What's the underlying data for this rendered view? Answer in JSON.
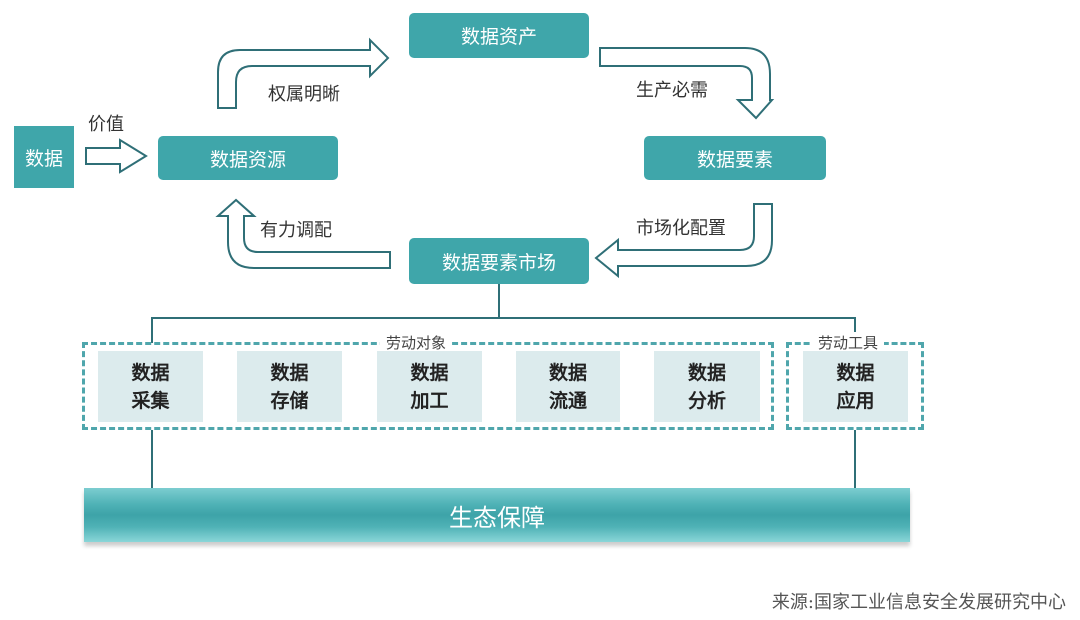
{
  "diagram": {
    "start_node": "数据",
    "value_label": "价值",
    "nodes": {
      "resource": "数据资源",
      "asset": "数据资产",
      "element": "数据要素",
      "market": "数据要素市场"
    },
    "edge_labels": {
      "ownership": "权属明晰",
      "production": "生产必需",
      "marketization": "市场化配置",
      "allocation": "有力调配"
    },
    "labor_objects": {
      "title": "劳动对象",
      "items": [
        {
          "line1": "数据",
          "line2": "采集"
        },
        {
          "line1": "数据",
          "line2": "存储"
        },
        {
          "line1": "数据",
          "line2": "加工"
        },
        {
          "line1": "数据",
          "line2": "流通"
        },
        {
          "line1": "数据",
          "line2": "分析"
        }
      ]
    },
    "labor_tools": {
      "title": "劳动工具",
      "items": [
        {
          "line1": "数据",
          "line2": "应用"
        }
      ]
    },
    "ecosystem": "生态保障",
    "source": "来源:国家工业信息安全发展研究中心"
  },
  "colors": {
    "teal": "#3fa6aa",
    "cell_bg": "#dcebed",
    "line": "#2f6f77",
    "dash": "#4fa6ac"
  }
}
